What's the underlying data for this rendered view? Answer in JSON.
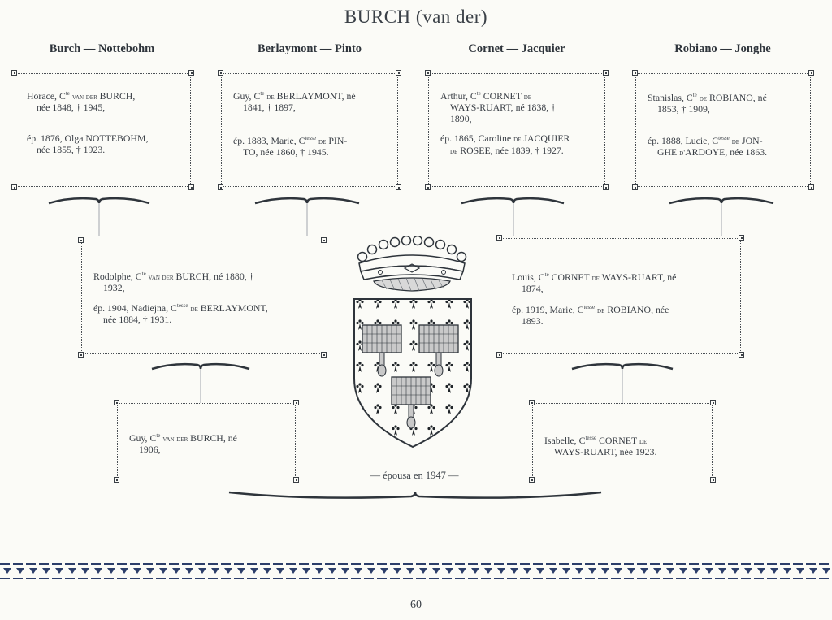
{
  "title": "BURCH (van der)",
  "family_heads": [
    {
      "left": "Burch",
      "dash": "—",
      "right": "Nottebohm"
    },
    {
      "left": "Berlaymont",
      "dash": "—",
      "right": "Pinto"
    },
    {
      "left": "Cornet",
      "dash": "—",
      "right": "Jacquier"
    },
    {
      "left": "Robiano",
      "dash": "—",
      "right": "Jonghe"
    }
  ],
  "boxes": {
    "burch_nottebohm": {
      "line1a": "Horace, C",
      "line1_sup": "te",
      "line1_sc": "van der",
      "line1b": " BURCH,",
      "line2": "née 1848, † 1945,",
      "line3": "ép. 1876, Olga NOTTEBOHM,",
      "line4": "née 1855, † 1923."
    },
    "berlaymont_pinto": {
      "line1a": "Guy, C",
      "line1_sup": "te",
      "line1_sc": "de",
      "line1b": " BERLAYMONT, né",
      "line2": "1841, † 1897,",
      "line3a": "ép. 1883, Marie, C",
      "line3_sup": "tesse",
      "line3_sc": "de",
      "line3b": " PIN-",
      "line4": "TO, née 1860, † 1945."
    },
    "cornet_jacquier": {
      "line1a": "Arthur, C",
      "line1_sup": "te",
      "line1b": " CORNET",
      "line1_sc": "de",
      "line2": "WAYS-RUART, né 1838, †",
      "line3": "1890,",
      "line4a": "ép. 1865, Caroline",
      "line4_sc": "de",
      "line4b": " JACQUIER",
      "line5_sc": "de",
      "line5b": " ROSEE, née 1839, † 1927."
    },
    "robiano_jonghe": {
      "line1a": "Stanislas, C",
      "line1_sup": "te",
      "line1_sc": "de",
      "line1b": " ROBIANO, né",
      "line2": "1853, † 1909,",
      "line3a": "ép. 1888, Lucie, C",
      "line3_sup": "tesse",
      "line3_sc": "de",
      "line3b": " JON-",
      "line4a": "GHE",
      "line4_sc": "d'",
      "line4b": "ARDOYE, née 1863."
    },
    "rodolphe": {
      "line1a": "Rodolphe, C",
      "line1_sup": "te",
      "line1_sc": "van der",
      "line1b": " BURCH, né 1880, †",
      "line2": "1932,",
      "line3a": "ép. 1904, Nadiejna, C",
      "line3_sup": "tesse",
      "line3_sc": "de",
      "line3b": " BERLAYMONT,",
      "line4": "née 1884, † 1931."
    },
    "louis": {
      "line1a": "Louis, C",
      "line1_sup": "te",
      "line1b": " CORNET",
      "line1_sc": "de",
      "line1c": " WAYS-RUART, né",
      "line2": "1874,",
      "line3a": "ép. 1919, Marie, C",
      "line3_sup": "tesse",
      "line3_sc": "de",
      "line3b": " ROBIANO, née",
      "line4": "1893."
    },
    "guy": {
      "line1a": "Guy, C",
      "line1_sup": "te",
      "line1_sc": "van der",
      "line1b": " BURCH, né",
      "line2": "1906,"
    },
    "isabelle": {
      "line1a": "Isabelle, C",
      "line1_sup": "tesse",
      "line1b": " CORNET",
      "line1_sc": "de",
      "line2": "WAYS-RUART, née 1923."
    }
  },
  "epousa": "— épousa en 1947 —",
  "page_number": "60",
  "colors": {
    "ink": "#2b3138",
    "paper": "#fbfbf7",
    "shield_top": "#c0392b",
    "border_navy": "#2c3e6a"
  },
  "icons": [
    "coronet-icon",
    "coat-of-arms-shield-icon",
    "decorative-brace-icon"
  ]
}
